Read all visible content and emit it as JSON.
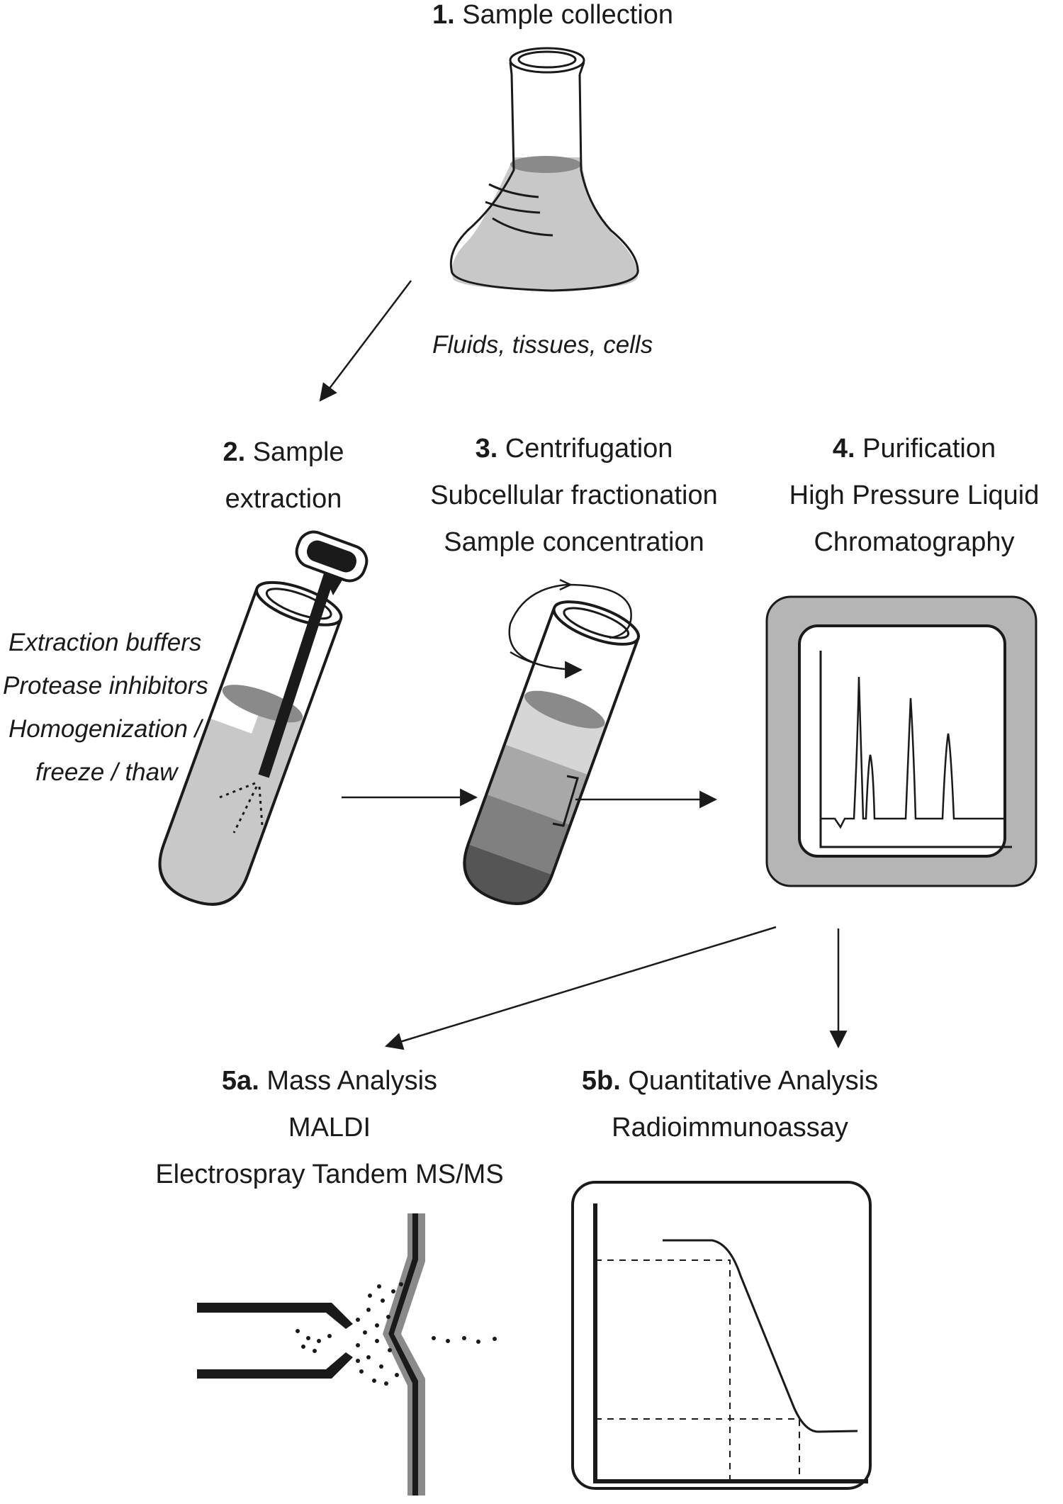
{
  "step1": {
    "number": "1.",
    "title": "Sample collection",
    "note": "Fluids, tissues, cells"
  },
  "step2": {
    "number": "2.",
    "title": "Sample",
    "line2": "extraction",
    "notes": [
      "Extraction buffers",
      "Protease inhibitors",
      "Homogenization /",
      "freeze / thaw"
    ]
  },
  "step3": {
    "number": "3.",
    "title": "Centrifugation",
    "line2": "Subcellular fractionation",
    "line3": "Sample concentration"
  },
  "step4": {
    "number": "4.",
    "title": "Purification",
    "line2": "High Pressure Liquid",
    "line3": "Chromatography"
  },
  "step5a": {
    "number": "5a.",
    "title": "Mass Analysis",
    "line2": "MALDI",
    "line3": "Electrospray Tandem MS/MS"
  },
  "step5b": {
    "number": "5b.",
    "title": "Quantitative Analysis",
    "line2": "Radioimmunoassay"
  },
  "colors": {
    "stroke": "#1a1a1a",
    "liquid": "#c8c8c8",
    "liquid_dark": "#8a8a8a",
    "frame": "#b5b5b5"
  },
  "icons": [
    "flask-icon",
    "homogenizer-tube-icon",
    "centrifuge-tube-icon",
    "hplc-monitor-icon",
    "electrospray-icon",
    "ria-curve-icon"
  ]
}
